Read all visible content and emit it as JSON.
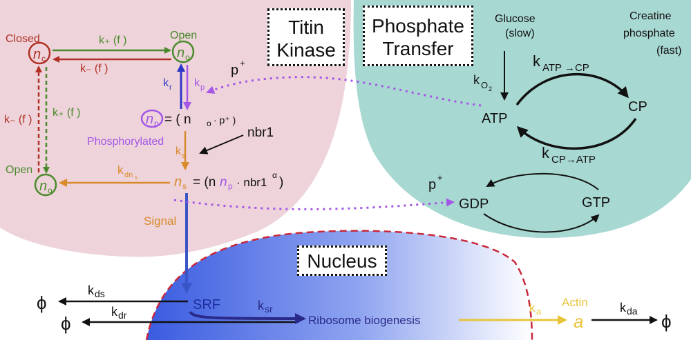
{
  "regions": {
    "titin_kinase": "Titin\nKinase",
    "phosphate_transfer": "Phosphate\nTransfer",
    "nucleus": "Nucleus"
  },
  "titin": {
    "closed_label": "Closed",
    "open_label_top": "Open",
    "open_label_bottom": "Open",
    "state_symbol": "n",
    "state_sub_open": "o",
    "state_sub_closed": "c",
    "k_plus": "k₊ (f )",
    "k_minus": "k₋ (f )",
    "k_r": "k",
    "k_r_sub": "r",
    "k_p": "k",
    "k_p_sub": "p",
    "p_plus": "p",
    "p_plus_sup": "+",
    "np_eq_tail": "= ( n",
    "np_eq_end": "· p⁺ )",
    "phosphorylated": "Phosphorylated",
    "nbr1": "nbr1",
    "k_s": "k",
    "k_s_sub": "s",
    "ns_eq_tail": "= (n",
    "ns_eq_end": "· nbr1",
    "ns_alpha": "α",
    "ns_close": ")",
    "k_dns": "k",
    "k_dns_sub": "dn",
    "k_dns_subsub": "s",
    "signal": "Signal"
  },
  "phosphate": {
    "glucose": "Glucose",
    "glucose_note": "(slow)",
    "creatine_1": "Creatine",
    "creatine_2": "phosphate",
    "creatine_3": "(fast)",
    "k_o2": "k",
    "k_o2_sub": "O",
    "k_o2_subsub": "2",
    "atp": "ATP",
    "cp": "CP",
    "k_atp_cp": "k",
    "k_atp_cp_sub": "ATP →CP",
    "k_cp_atp": "k",
    "k_cp_atp_sub": "CP→ATP",
    "p_plus": "p",
    "p_plus_sup": "+",
    "gdp": "GDP",
    "gtp": "GTP"
  },
  "nucleus": {
    "srf": "SRF",
    "k_ds": "k",
    "k_ds_sub": "ds",
    "k_dr": "k",
    "k_dr_sub": "dr",
    "k_sr": "k",
    "k_sr_sub": "sr",
    "phi": "ϕ",
    "ribosome": "Ribosome biogenesis",
    "k_a": "k",
    "k_a_sub": "a",
    "actin": "Actin",
    "a": "a",
    "k_da": "k",
    "k_da_sub": "da"
  },
  "colors": {
    "closed_red": "#b03024",
    "open_green": "#4a8a2c",
    "purple": "#a457e6",
    "orange": "#d98a2b",
    "blue": "#3a55c8",
    "navy": "#2a2a8a",
    "yellow": "#e8c43a",
    "titin_bg": "#eed3da",
    "phosphate_bg": "#a8d8d2"
  }
}
